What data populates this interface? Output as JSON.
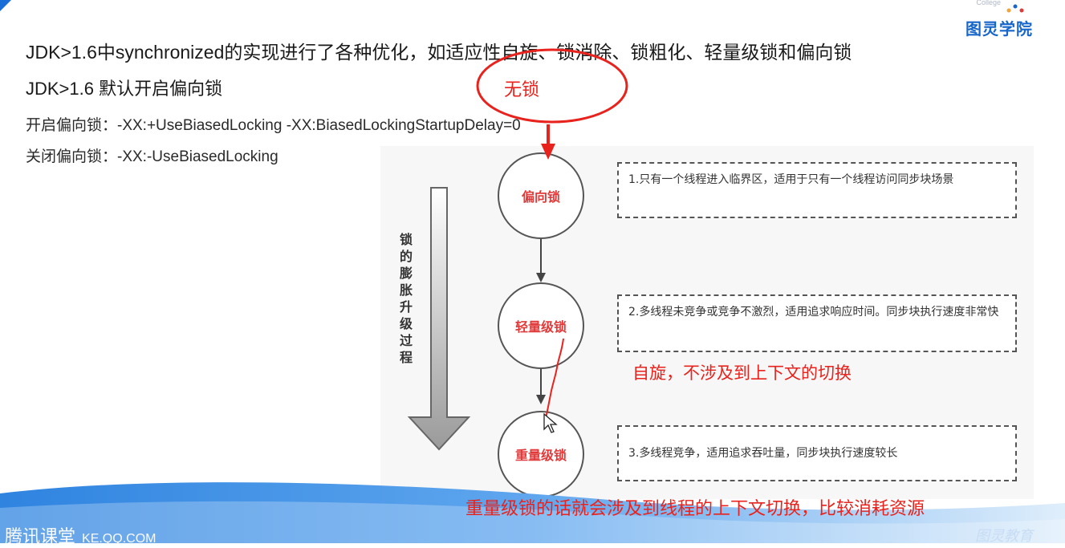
{
  "logo": {
    "small_text": "College",
    "name": "图灵学院",
    "brand_color": "#1766c9"
  },
  "text_lines": {
    "line1": "JDK>1.6中synchronized的实现进行了各种优化，如适应性自旋、锁消除、锁粗化、轻量级锁和偏向锁",
    "line2": "JDK>1.6 默认开启偏向锁",
    "line3": "开启偏向锁：-XX:+UseBiasedLocking -XX:BiasedLockingStartupDelay=0",
    "line4": "关闭偏向锁：-XX:-UseBiasedLocking"
  },
  "diagram": {
    "vertical_label": "锁的膨胀升级过程",
    "states": [
      "偏向锁",
      "轻量级锁",
      "重量级锁"
    ],
    "notes": [
      "1.只有一个线程进入临界区，适用于只有一个线程访问同步块场景",
      "2.多线程未竞争或竞争不激烈，适用追求响应时间。同步块执行速度非常快",
      "3.多线程竞争，适用追求吞吐量，同步块执行速度较长"
    ],
    "state_text_color": "#e13a3a"
  },
  "annotations": {
    "no_lock": "无锁",
    "spin": "自旋，不涉及到上下文的切换",
    "heavy": "重量级锁的话就会涉及到线程的上下文切换，比较消耗资源",
    "color": "#e8221c"
  },
  "footer": {
    "brand": "腾讯课堂",
    "domain": "KE.QQ.COM",
    "signature": "图灵教育"
  },
  "icons": [
    "mouse-cursor-icon",
    "down-arrow-icon"
  ]
}
